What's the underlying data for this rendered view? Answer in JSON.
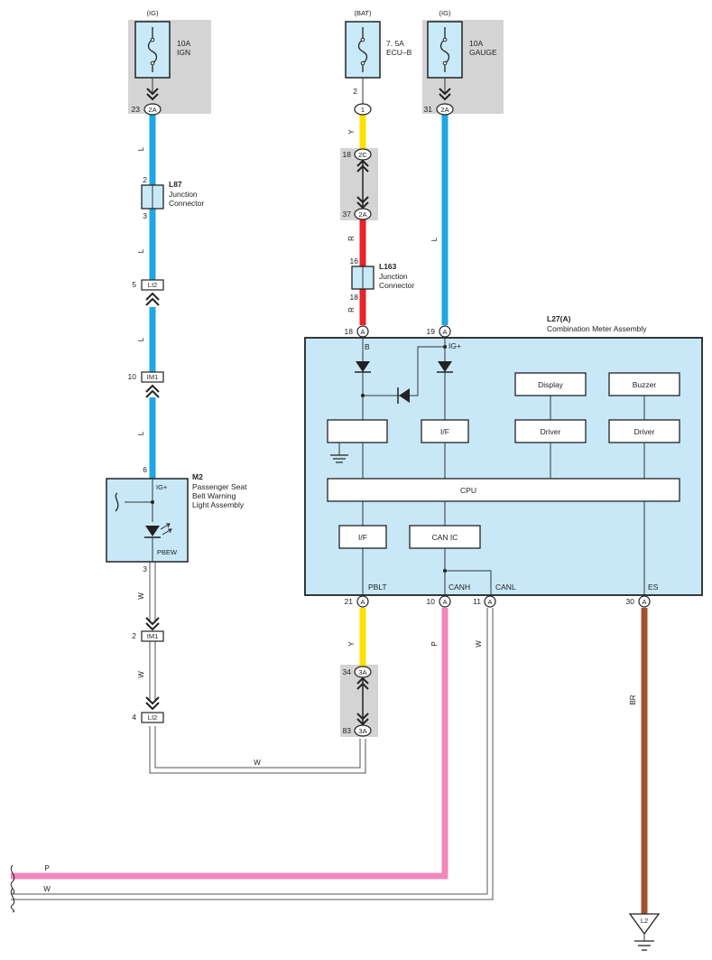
{
  "colors": {
    "blue_wire": "#1ea7e1",
    "yellow_wire": "#ffe000",
    "red_wire": "#e8232a",
    "pink_wire": "#f088bd",
    "brown_wire": "#a0522d",
    "fuse_fill": "#c8eaf8",
    "shade": "#d4d4d4",
    "meter_fill": "#c8e8f8"
  },
  "fuses": {
    "ign": {
      "source": "(IG)",
      "rating": "10A",
      "name": "IGN",
      "pin": "23",
      "conn": "2A"
    },
    "ecub": {
      "source": "(BAT)",
      "rating": "7. 5A",
      "name": "ECU–B",
      "pin": "2",
      "conn": "1"
    },
    "gauge": {
      "source": "(IG)",
      "rating": "10A",
      "name": "GAUGE",
      "pin": "31",
      "conn": "2A"
    }
  },
  "wires": {
    "l1": "L",
    "l2": "L",
    "l3": "L",
    "l4": "L",
    "l_gauge": "L",
    "y_top": "Y",
    "r1": "R",
    "r2": "R",
    "w1": "W",
    "w2": "W",
    "w_bottom": "W",
    "y_bottom": "Y",
    "p_canh": "P",
    "w_canl": "W",
    "br": "BR",
    "p_long": "P",
    "w_long": "W"
  },
  "components": {
    "l87": {
      "id": "L87",
      "name_line1": "Junction",
      "name_line2": "Connector",
      "pin_top": "2",
      "pin_bottom": "3"
    },
    "l163": {
      "id": "L163",
      "name_line1": "Junction",
      "name_line2": "Connector",
      "pin_top": "16",
      "pin_bottom": "18"
    },
    "m2": {
      "id": "M2",
      "line1": "Passenger Seat",
      "line2": "Belt Warning",
      "line3": "Light Assembly",
      "pin_in": "6",
      "term_in": "IG+",
      "term_out": "PBEW",
      "pin_out": "3"
    },
    "meter": {
      "id": "L27(A)",
      "name": "Combination Meter Assembly"
    }
  },
  "connectors": {
    "li2_a": {
      "pin": "5",
      "label": "LI2"
    },
    "im1_a": {
      "pin": "10",
      "label": "IM1"
    },
    "im1_b": {
      "pin": "2",
      "label": "IM1"
    },
    "li2_b": {
      "pin": "4",
      "label": "LI2"
    },
    "c2c": {
      "pin": "18",
      "label": "2C"
    },
    "c2a_37": {
      "pin": "37",
      "label": "2A"
    },
    "c3a_34": {
      "pin": "34",
      "label": "3A"
    },
    "c3a_83": {
      "pin": "83",
      "label": "3A"
    }
  },
  "meter_pins": {
    "b": {
      "pin": "18",
      "conn": "A",
      "term": "B"
    },
    "ig": {
      "pin": "19",
      "conn": "A",
      "term": "IG+"
    },
    "pblt": {
      "pin": "21",
      "conn": "A",
      "term": "PBLT"
    },
    "canh": {
      "pin": "10",
      "conn": "A",
      "term": "CANH"
    },
    "canl": {
      "pin": "11",
      "conn": "A",
      "term": "CANL"
    },
    "es": {
      "pin": "30",
      "conn": "A",
      "term": "ES"
    }
  },
  "meter_blocks": {
    "display": "Display",
    "buzzer": "Buzzer",
    "if_top": "I/F",
    "driver1": "Driver",
    "driver2": "Driver",
    "cpu": "CPU",
    "if_bottom": "I/F",
    "can_ic": "CAN IC"
  },
  "ground": {
    "label": "L2"
  }
}
